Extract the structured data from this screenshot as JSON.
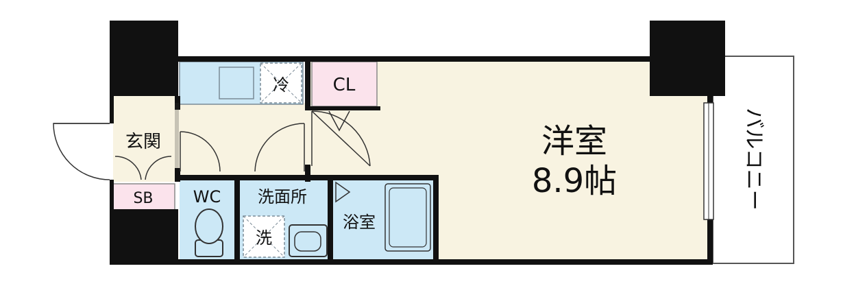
{
  "rooms": {
    "living": {
      "name": "洋室",
      "size": "8.9帖"
    },
    "entrance": "玄関",
    "shoe_box": "SB",
    "toilet": "WC",
    "washroom": "洗面所",
    "bath": "浴室",
    "closet": "CL",
    "balcony": "バルコニー"
  },
  "fixtures": {
    "fridge": "冷",
    "washer": "洗"
  },
  "colors": {
    "wall": "#111111",
    "floor": "#f8f3e1",
    "wet_area": "#cce8f6",
    "closet": "#fbe3ec"
  }
}
